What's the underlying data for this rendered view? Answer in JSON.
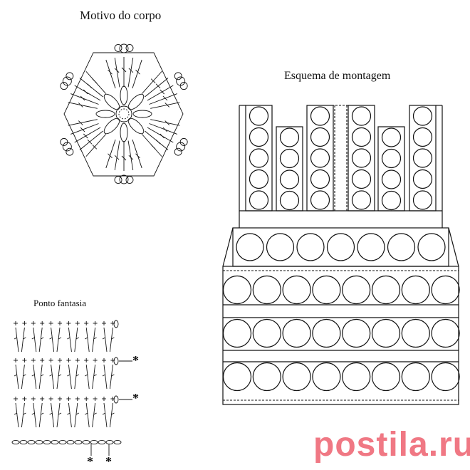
{
  "titles": {
    "motif": "Motivo do corpo",
    "assembly": "Esquema de montagem",
    "stitch": "Ponto fantasia"
  },
  "stitch_chart": {
    "row_markers": [
      "*",
      "*"
    ],
    "bottom_markers": [
      "*",
      "*"
    ]
  },
  "watermark": {
    "text": "postila.ru",
    "color": "#f07884"
  },
  "colors": {
    "ink": "#111111",
    "watermark": "#f07884"
  }
}
